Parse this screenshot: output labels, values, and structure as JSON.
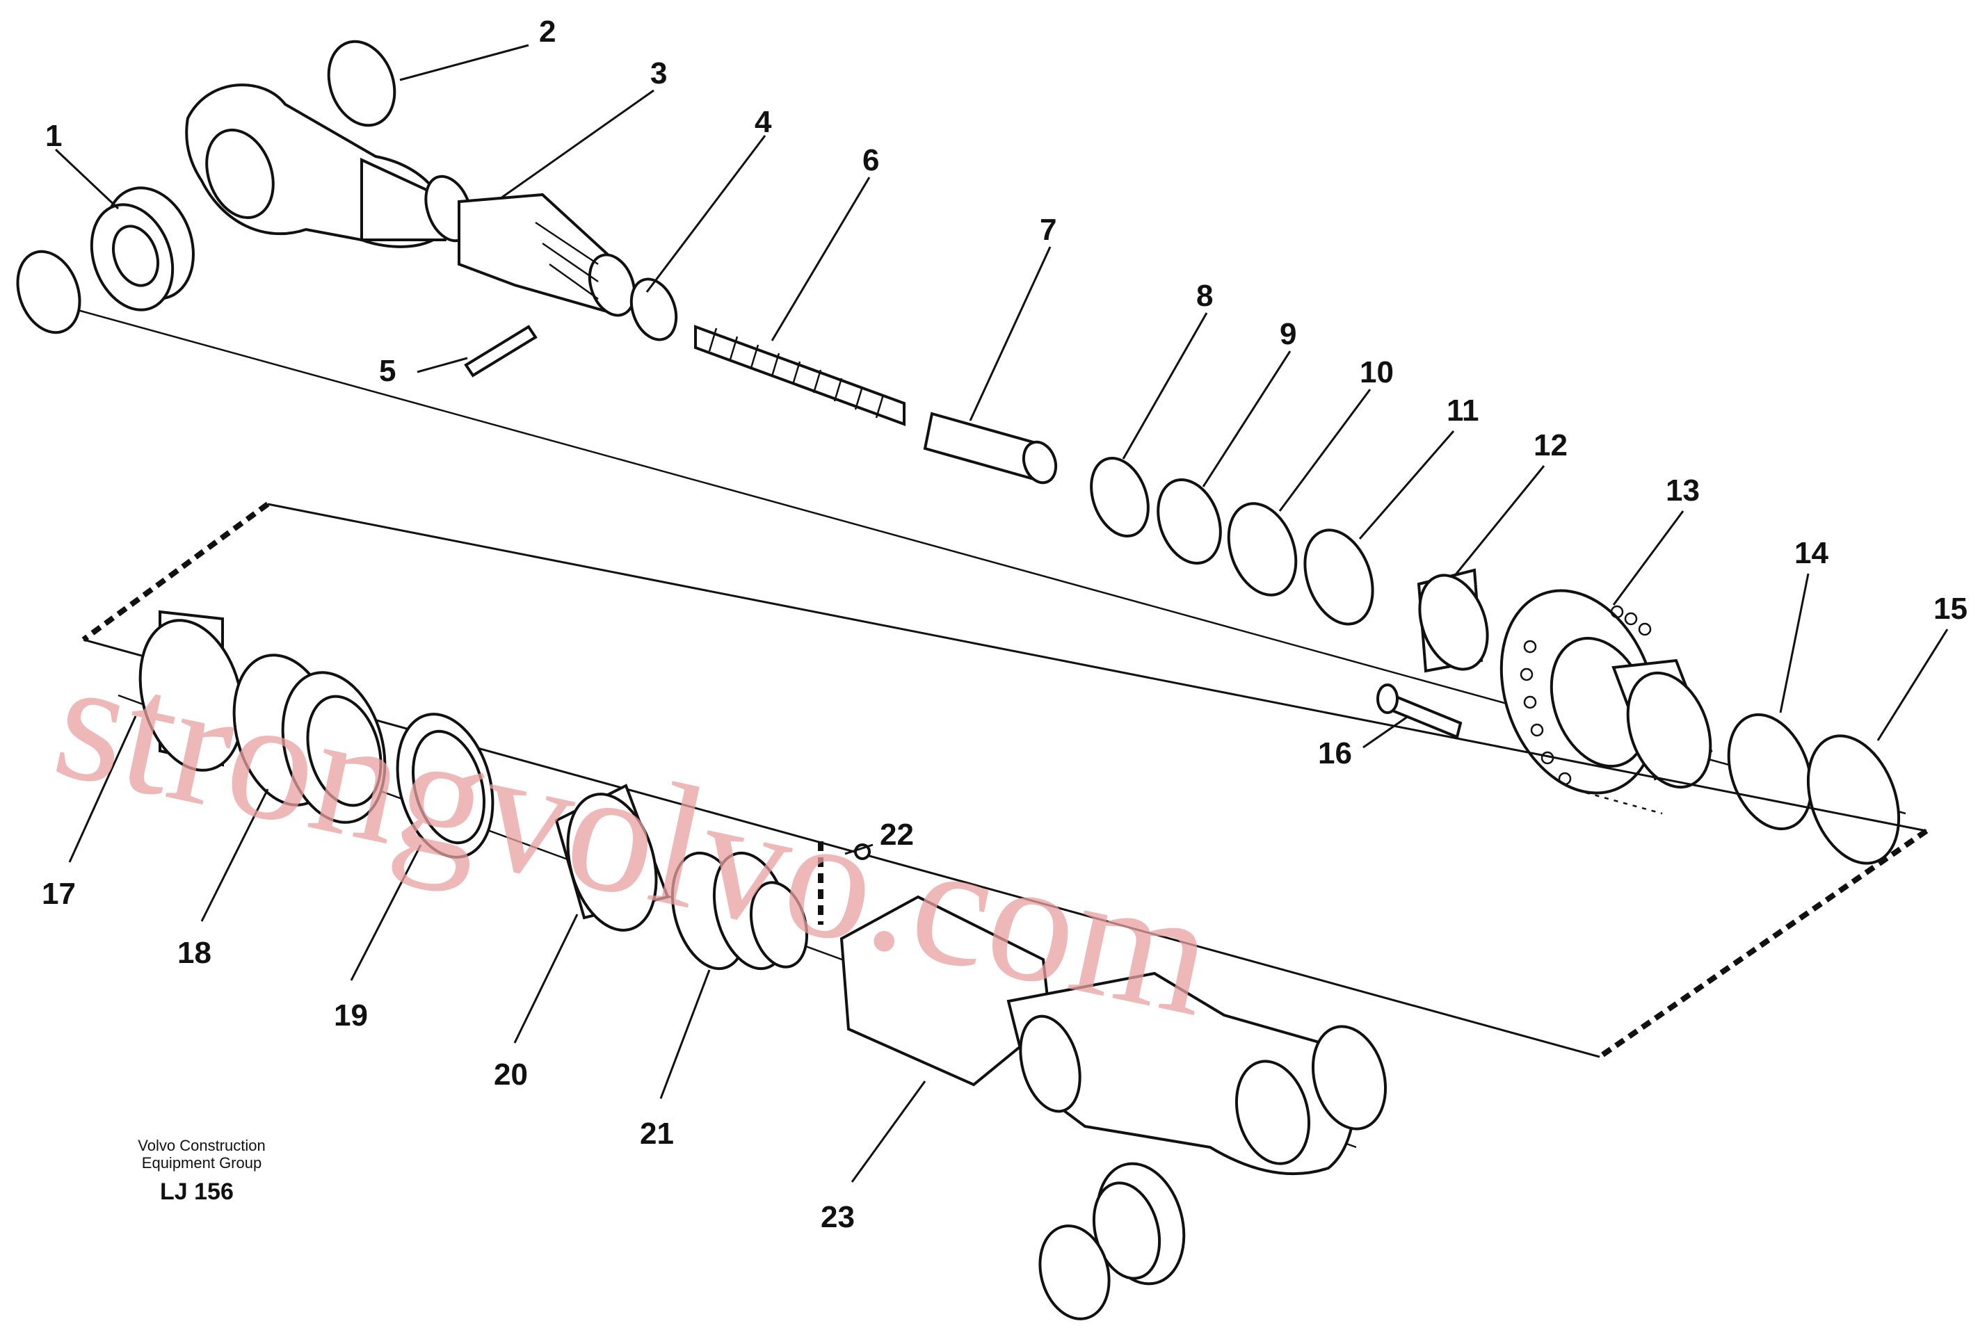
{
  "callouts": [
    "1",
    "2",
    "3",
    "4",
    "5",
    "6",
    "7",
    "8",
    "9",
    "10",
    "11",
    "12",
    "13",
    "14",
    "15",
    "16",
    "17",
    "18",
    "19",
    "20",
    "21",
    "22",
    "23"
  ],
  "caption": {
    "line1": "Volvo Construction",
    "line2": "Equipment Group",
    "code": "LJ 156"
  },
  "watermark": "strongvolvo.com",
  "colors": {
    "ink": "#111111",
    "watermark": "#e8a0a0",
    "background": "#ffffff"
  }
}
